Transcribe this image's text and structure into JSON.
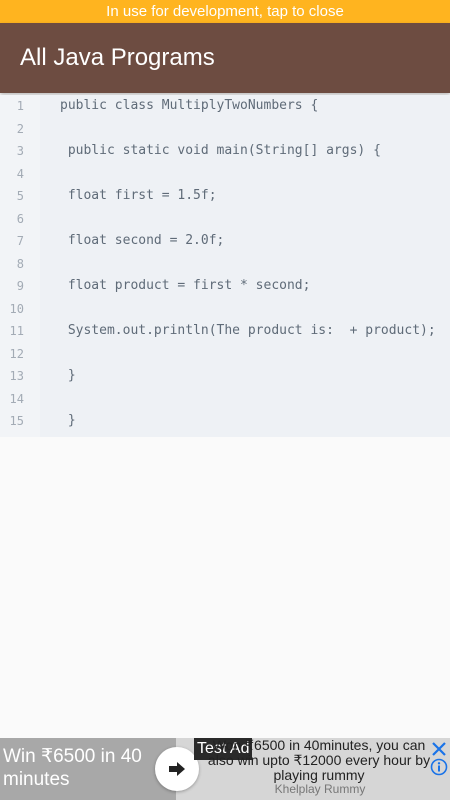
{
  "dev_banner": {
    "text": "In use for development, tap to close"
  },
  "app_bar": {
    "title": "All Java Programs"
  },
  "code": {
    "lines": [
      {
        "num": "1",
        "text": "public class MultiplyTwoNumbers {"
      },
      {
        "num": "2",
        "text": ""
      },
      {
        "num": "3",
        "text": " public static void main(String[] args) {"
      },
      {
        "num": "4",
        "text": ""
      },
      {
        "num": "5",
        "text": " float first = 1.5f;"
      },
      {
        "num": "6",
        "text": ""
      },
      {
        "num": "7",
        "text": " float second = 2.0f;"
      },
      {
        "num": "8",
        "text": ""
      },
      {
        "num": "9",
        "text": " float product = first * second;"
      },
      {
        "num": "10",
        "text": ""
      },
      {
        "num": "11",
        "text": " System.out.println(The product is:  + product);"
      },
      {
        "num": "12",
        "text": ""
      },
      {
        "num": "13",
        "text": " }"
      },
      {
        "num": "14",
        "text": ""
      },
      {
        "num": "15",
        "text": " }"
      }
    ]
  },
  "ad": {
    "left_text": "Win ₹6500 in 40 minutes",
    "badge": "Test Ad",
    "right_text": "Won ₹6500 in 40minutes, you can also win upto ₹12000 every hour by playing rummy",
    "sponsor": "Khelplay Rummy",
    "icons": {
      "arrow": "arrow-right-icon",
      "close": "close-icon",
      "info": "info-icon"
    },
    "accent_color": "#1a73e8"
  },
  "colors": {
    "banner": "#ffb41f",
    "app_bar": "#6d4c41",
    "code_bg": "#eef1f5"
  }
}
